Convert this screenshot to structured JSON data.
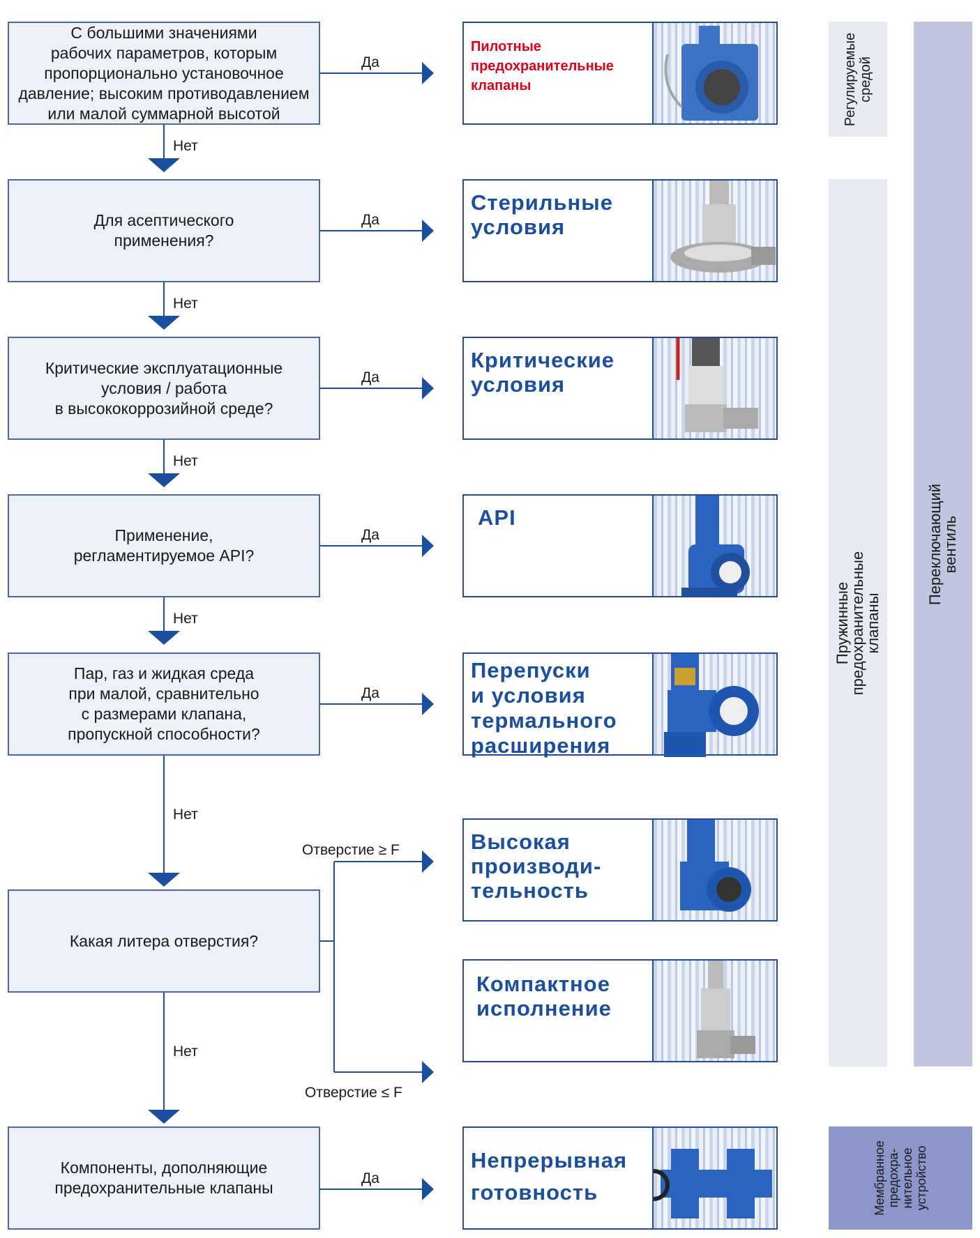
{
  "questions": [
    "С большими значениями\nрабочих параметров, которым\nпропорционально установочное\nдавление; высоким противодавлением\nили малой суммарной высотой",
    "Для асептического\nприменения?",
    "Критические эксплуатационные\nусловия / работа\nв высококоррозийной среде?",
    "Применение,\nрегламентируемое API?",
    "Пар, газ и жидкая среда\nпри малой, сравнительно\nс размерами клапана,\nпропускной способности?",
    "Какая литера отверстия?",
    "Компоненты, дополняющие\nпредохранительные клапаны"
  ],
  "labels": {
    "yes": "Да",
    "no": "Нет",
    "orifice_ge": "Отверстие  ≥ F",
    "orifice_le": "Отверстие ≤ F"
  },
  "cards": [
    "Пилотные\nпредохранительные\nклапаны",
    "Стерильные\nусловия",
    "Критические\nусловия",
    "API",
    "Перепуски\nи условия\nтермального\nрасширения",
    "Высокая\nпроизводи-\nтельность",
    "Компактное\nисполнение",
    "Непрерывная\nготовность"
  ],
  "side": {
    "medium": "Регулируемые\nсредой",
    "spring": "Пружинные предохранительные клапаны",
    "changeover": "Переключающий вентиль",
    "membrane": "Мембранное\nпредохра-\nнительное\nустройство"
  },
  "colors": {
    "accent": "#1a4f9e",
    "pilot_title": "#e1001a",
    "box_fill": "#eef0f8",
    "side_light": "#e8eaf3",
    "side_mid": "#c0c6e0",
    "side_dark": "#8c97c9"
  },
  "icons": [
    "pilot-valve-icon",
    "sterile-valve-icon",
    "critical-valve-icon",
    "api-valve-icon",
    "bypass-valve-icon",
    "high-capacity-valve-icon",
    "compact-valve-icon",
    "changeover-valve-icon"
  ]
}
